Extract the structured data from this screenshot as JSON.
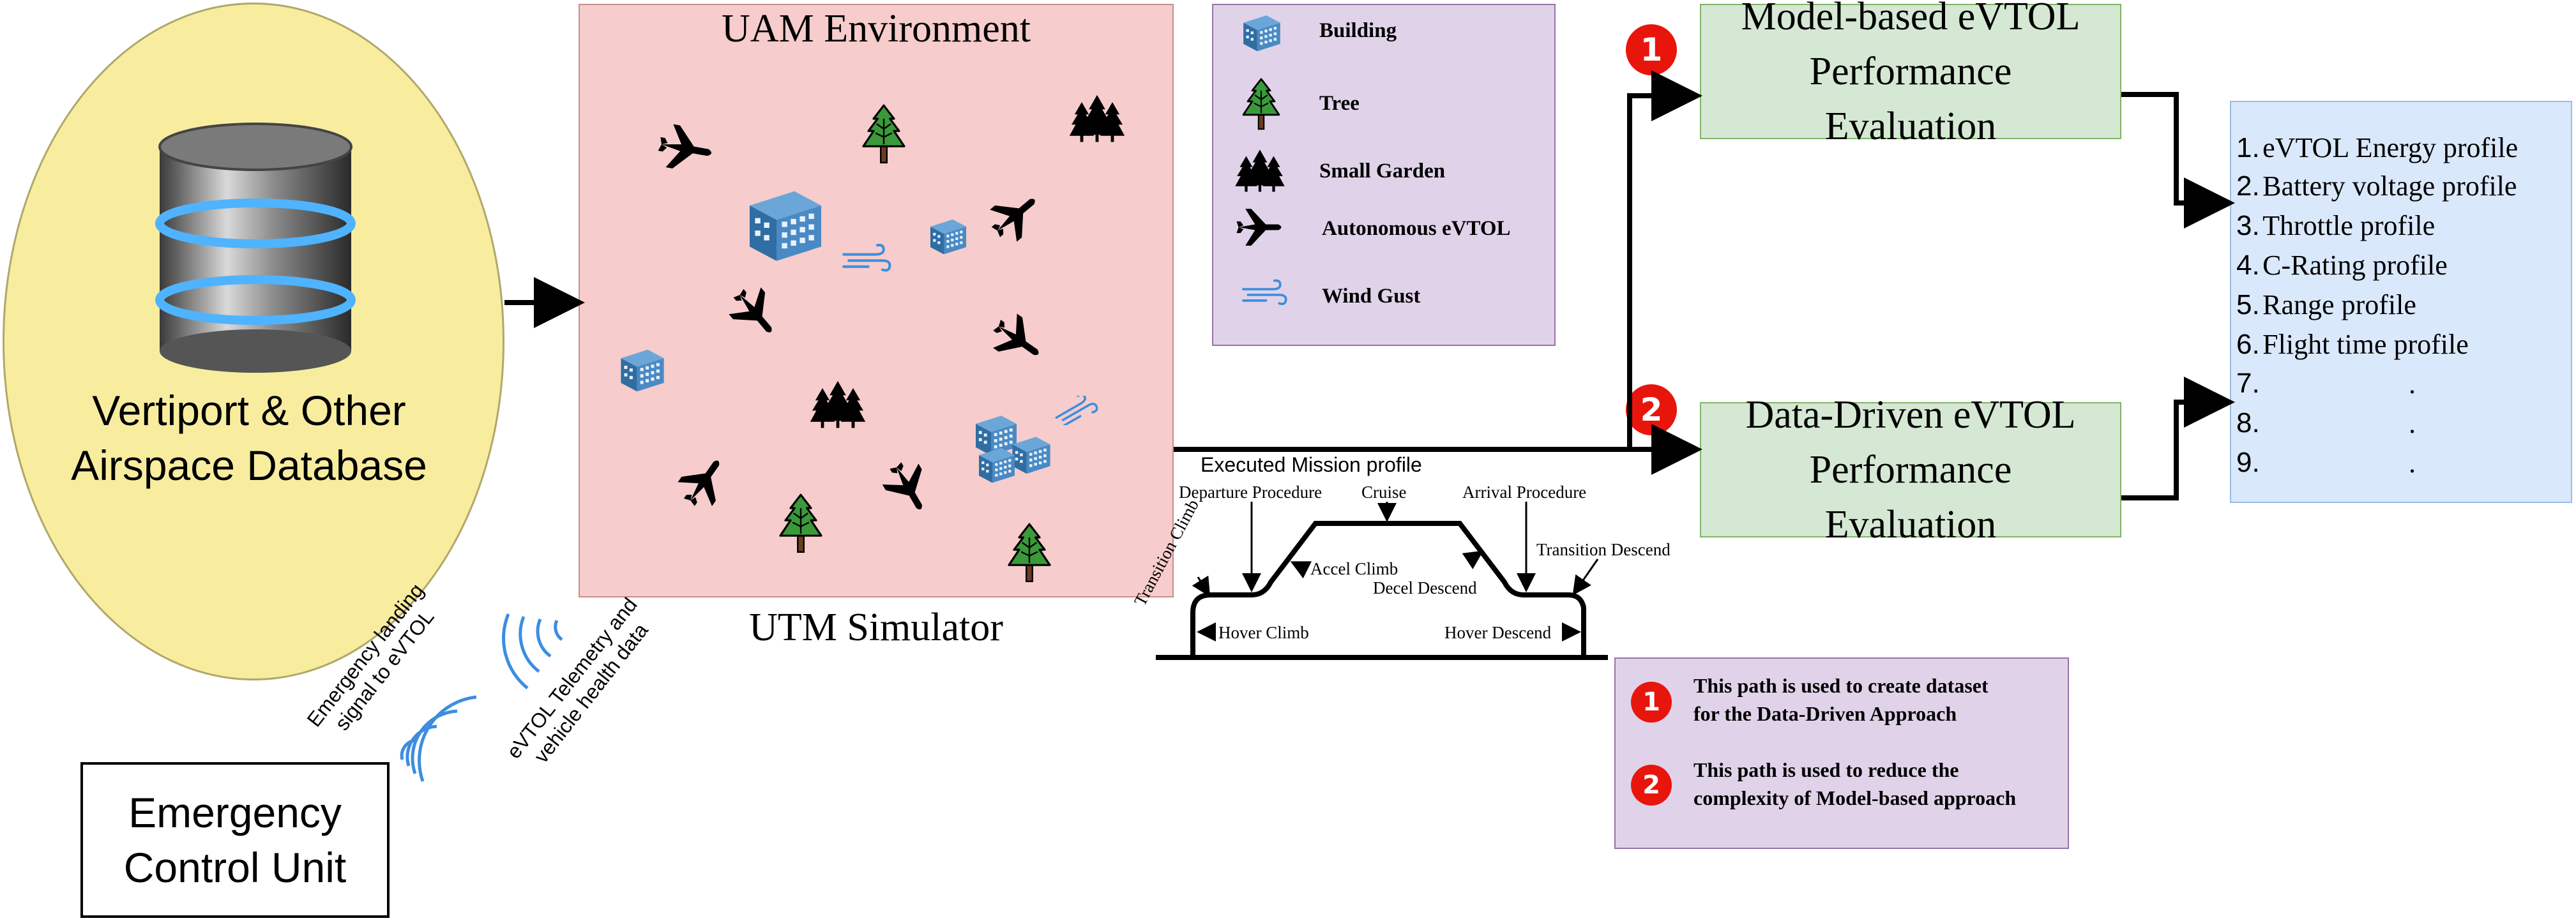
{
  "database": {
    "label_line1": "Vertiport & Other",
    "label_line2": "Airspace Database"
  },
  "uam": {
    "title": "UAM Environment",
    "subtitle": "UTM Simulator"
  },
  "legend": {
    "items": [
      {
        "icon": "building-icon",
        "label": "Building"
      },
      {
        "icon": "tree-icon",
        "label": "Tree"
      },
      {
        "icon": "small-garden-icon",
        "label": "Small Garden"
      },
      {
        "icon": "evtol-icon",
        "label": "Autonomous eVTOL"
      },
      {
        "icon": "wind-gust-icon",
        "label": "Wind Gust"
      }
    ]
  },
  "model_eval": {
    "badge": "1",
    "line1": "Model-based eVTOL",
    "line2": "Performance",
    "line3": "Evaluation"
  },
  "data_eval": {
    "badge": "2",
    "line1": "Data-Driven eVTOL",
    "line2": "Performance",
    "line3": "Evaluation"
  },
  "outputs": {
    "items": [
      {
        "num": "1.",
        "text": "eVTOL Energy profile"
      },
      {
        "num": "2.",
        "text": "Battery voltage profile"
      },
      {
        "num": "3.",
        "text": "Throttle profile"
      },
      {
        "num": "4.",
        "text": "C-Rating profile"
      },
      {
        "num": "5.",
        "text": "Range profile"
      },
      {
        "num": "6.",
        "text": "Flight time profile"
      },
      {
        "num": "7.",
        "text": "."
      },
      {
        "num": "8.",
        "text": "."
      },
      {
        "num": "9.",
        "text": "."
      }
    ]
  },
  "mission": {
    "label": "Executed Mission profile",
    "phases": {
      "departure": "Departure Procedure",
      "cruise": "Cruise",
      "arrival": "Arrival Procedure",
      "transition_descend": "Transition Descend",
      "accel_climb": "Accel Climb",
      "decel_descend": "Decel Descend",
      "transition_climb": "Transition Climb",
      "hover_climb": "Hover Climb",
      "hover_descend": "Hover Descend"
    }
  },
  "notes": {
    "note1_badge": "1",
    "note1_line1": "This path is used to create dataset",
    "note1_line2": "for the Data-Driven Approach",
    "note2_badge": "2",
    "note2_line1": "This path is used to reduce the",
    "note2_line2": "complexity of Model-based approach"
  },
  "signals": {
    "landing_line1": "Emergency landing",
    "landing_line2": "signal to eVTOL",
    "telemetry_line1": "eVTOL Telemetry and",
    "telemetry_line2": "vehicle health data"
  },
  "ecu": {
    "line1": "Emergency",
    "line2": "Control Unit"
  },
  "colors": {
    "db_fill": "#f8ed9f",
    "uam_fill": "#f6cccc",
    "legend_fill": "#e0d3e9",
    "eval_fill": "#d5e8d4",
    "output_fill": "#dae8fc",
    "badge_red": "#e8150c",
    "building_blue": "#2f6da3",
    "tree_green": "#3a9a3a",
    "wind_blue": "#3c8de0"
  }
}
